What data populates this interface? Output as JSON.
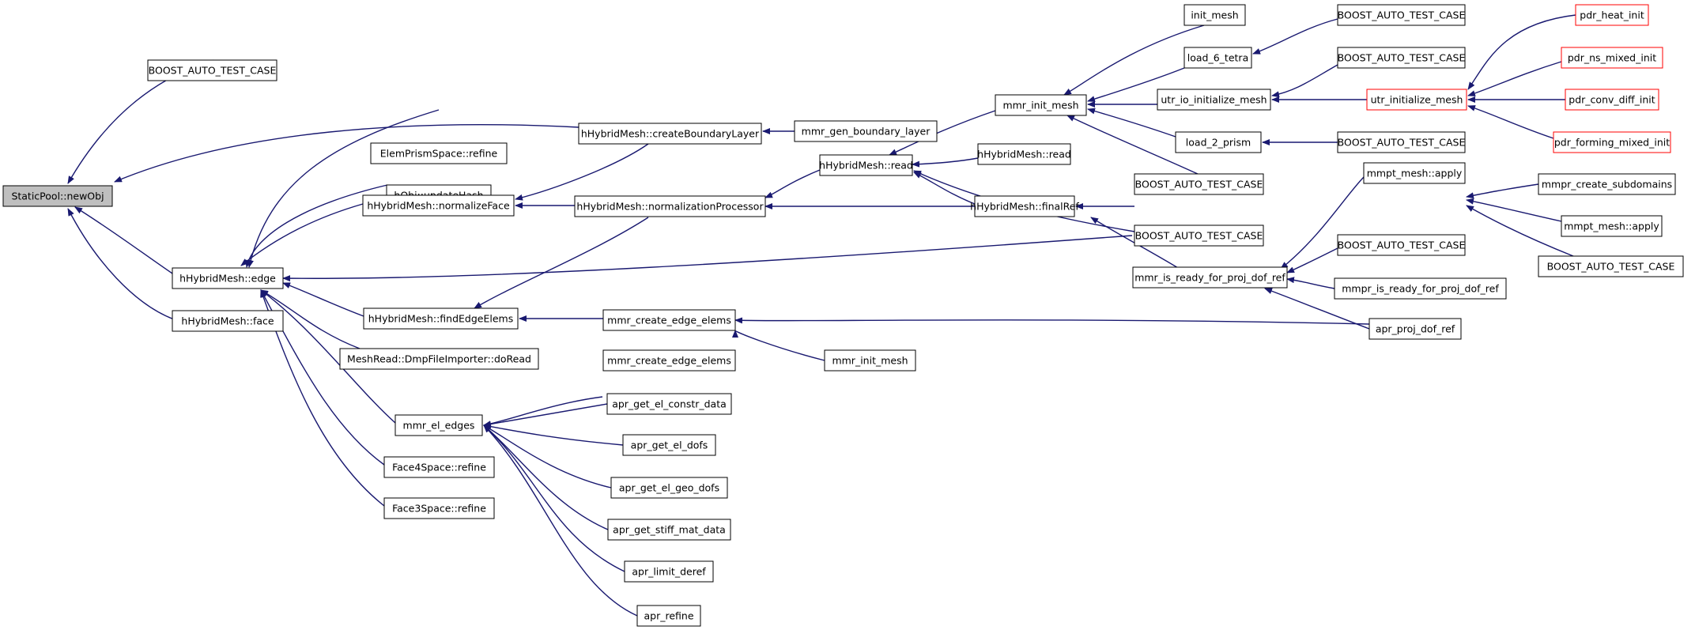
{
  "graph": {
    "nodes": [
      {
        "id": "root",
        "label": "StaticPool::newObj",
        "root": true
      },
      {
        "id": "bat_top",
        "label": "BOOST_AUTO_TEST_CASE"
      },
      {
        "id": "edge",
        "label": "hHybridMesh::edge"
      },
      {
        "id": "face",
        "label": "hHybridMesh::face"
      },
      {
        "id": "createBL",
        "label": "hHybridMesh::createBoundaryLayer"
      },
      {
        "id": "gen_bl",
        "label": "mmr_gen_boundary_layer"
      },
      {
        "id": "elemprism",
        "label": "ElemPrismSpace::refine"
      },
      {
        "id": "updatehash",
        "label": "hObj::updateHash"
      },
      {
        "id": "normface",
        "label": "hHybridMesh::normalizeFace"
      },
      {
        "id": "findedge",
        "label": "hHybridMesh::findEdgeElems"
      },
      {
        "id": "meshread",
        "label": "MeshRead::DmpFileImporter::doRead"
      },
      {
        "id": "el_edges",
        "label": "mmr_el_edges"
      },
      {
        "id": "face4",
        "label": "Face4Space::refine"
      },
      {
        "id": "face3",
        "label": "Face3Space::refine"
      },
      {
        "id": "normproc",
        "label": "hHybridMesh::normalizationProcessor"
      },
      {
        "id": "cee1",
        "label": "mmr_create_edge_elems"
      },
      {
        "id": "cee2",
        "label": "mmr_create_edge_elems"
      },
      {
        "id": "constr",
        "label": "apr_get_el_constr_data"
      },
      {
        "id": "dofs",
        "label": "apr_get_el_dofs"
      },
      {
        "id": "geodofs",
        "label": "apr_get_el_geo_dofs"
      },
      {
        "id": "stiff",
        "label": "apr_get_stiff_mat_data"
      },
      {
        "id": "limit",
        "label": "apr_limit_deref"
      },
      {
        "id": "refine",
        "label": "apr_refine"
      },
      {
        "id": "hread1",
        "label": "hHybridMesh::read"
      },
      {
        "id": "hread2",
        "label": "hHybridMesh::read"
      },
      {
        "id": "finalref",
        "label": "hHybridMesh::finalRef"
      },
      {
        "id": "initmesh_b",
        "label": "mmr_init_mesh"
      },
      {
        "id": "initmesh",
        "label": "mmr_init_mesh"
      },
      {
        "id": "init_mesh",
        "label": "init_mesh"
      },
      {
        "id": "load6",
        "label": "load_6_tetra"
      },
      {
        "id": "utrio",
        "label": "utr_io_initialize_mesh"
      },
      {
        "id": "load2",
        "label": "load_2_prism"
      },
      {
        "id": "bat_im",
        "label": "BOOST_AUTO_TEST_CASE"
      },
      {
        "id": "bat_mid",
        "label": "BOOST_AUTO_TEST_CASE"
      },
      {
        "id": "isready",
        "label": "mmr_is_ready_for_proj_dof_ref"
      },
      {
        "id": "bat_l6",
        "label": "BOOST_AUTO_TEST_CASE"
      },
      {
        "id": "bat_utr",
        "label": "BOOST_AUTO_TEST_CASE"
      },
      {
        "id": "utrinit",
        "label": "utr_initialize_mesh",
        "truncated": true
      },
      {
        "id": "bat_l2",
        "label": "BOOST_AUTO_TEST_CASE"
      },
      {
        "id": "mmpt_apply",
        "label": "mmpt_mesh::apply"
      },
      {
        "id": "bat_ir",
        "label": "BOOST_AUTO_TEST_CASE"
      },
      {
        "id": "mmpr_ready",
        "label": "mmpr_is_ready_for_proj_dof_ref"
      },
      {
        "id": "apr_proj",
        "label": "apr_proj_dof_ref"
      },
      {
        "id": "heat",
        "label": "pdr_heat_init",
        "truncated": true
      },
      {
        "id": "ns",
        "label": "pdr_ns_mixed_init",
        "truncated": true
      },
      {
        "id": "conv",
        "label": "pdr_conv_diff_init",
        "truncated": true
      },
      {
        "id": "forming",
        "label": "pdr_forming_mixed_init",
        "truncated": true
      },
      {
        "id": "subdom",
        "label": "mmpr_create_subdomains"
      },
      {
        "id": "mmpt_apply2",
        "label": "mmpt_mesh::apply"
      },
      {
        "id": "bat_ma",
        "label": "BOOST_AUTO_TEST_CASE"
      }
    ]
  }
}
